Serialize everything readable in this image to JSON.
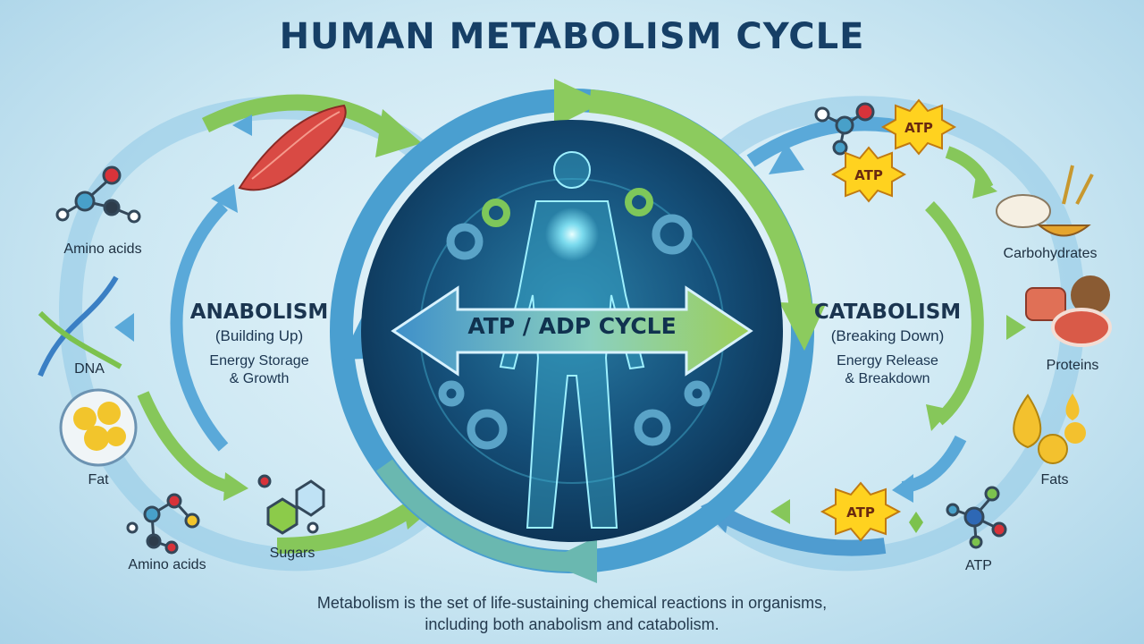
{
  "title": "HUMAN METABOLISM CYCLE",
  "center": {
    "label": "ATP / ADP CYCLE"
  },
  "anabolism": {
    "heading": "ANABOLISM",
    "subheading": "(Building Up)",
    "desc_line1": "Energy Storage",
    "desc_line2": "& Growth"
  },
  "catabolism": {
    "heading": "CATABOLISM",
    "subheading": "(Breaking Down)",
    "desc_line1": "Energy Release",
    "desc_line2": "& Breakdown"
  },
  "left_items": {
    "amino_top": "Amino acids",
    "dna": "DNA",
    "fat": "Fat",
    "amino_bottom": "Amino acids",
    "sugars": "Sugars"
  },
  "right_items": {
    "carbohydrates": "Carbohydrates",
    "proteins": "Proteins",
    "fats": "Fats",
    "atp_bottom": "ATP"
  },
  "atp_badges": [
    "ATP",
    "ATP",
    "ATP"
  ],
  "footer": {
    "line1": "Metabolism is the set of life-sustaining chemical reactions in organisms,",
    "line2": "including both anabolism and catabolism."
  },
  "colors": {
    "title": "#163f66",
    "green_arrow": "#7cc24e",
    "blue_arrow": "#3f8fc9",
    "center_disc": "#123e62",
    "atp_badge": "#ffd21f"
  },
  "icons": [
    "muscle-icon",
    "molecule-icon",
    "dna-icon",
    "fat-cells-icon",
    "hexagon-molecule-icon",
    "gear-icon",
    "human-body-icon",
    "grain-bowl-icon",
    "meat-icon",
    "oil-drop-icon",
    "atp-badge-icon"
  ]
}
